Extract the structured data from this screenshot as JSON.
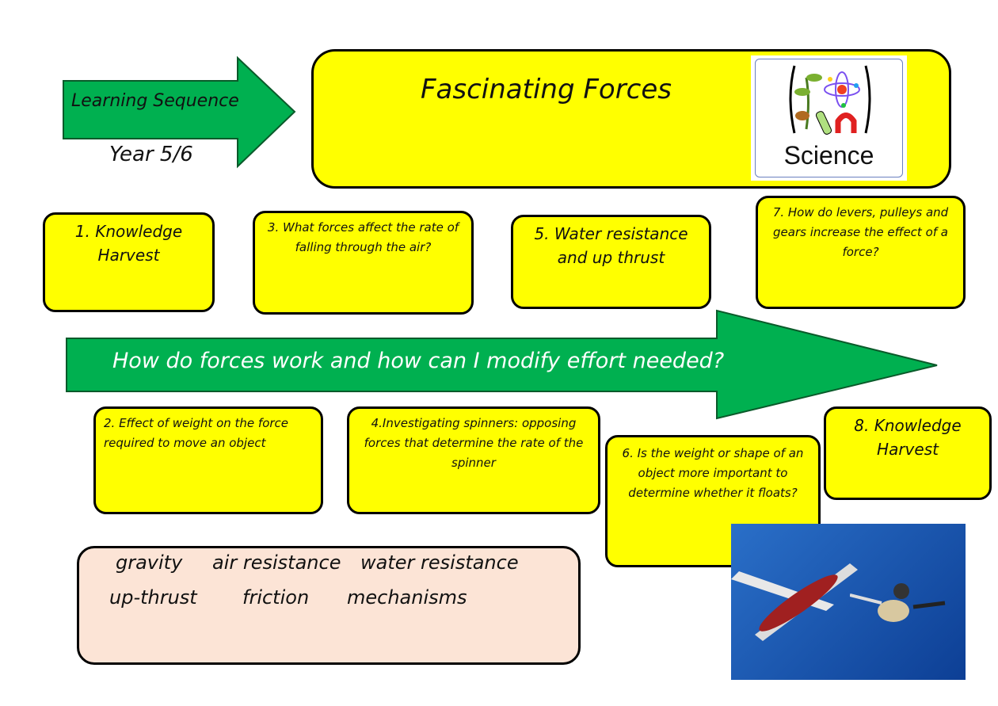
{
  "header": {
    "sequence_label": "Learning Sequence",
    "year": "Year 5/6",
    "title": "Fascinating Forces",
    "logo_text": "Science"
  },
  "main_question": "How do forces work and how can I modify effort needed?",
  "lessons": [
    {
      "label": "1. Knowledge Harvest"
    },
    {
      "label": "2. Effect of weight on the force required to move an object"
    },
    {
      "label": "3. What forces affect the rate of falling through the air?"
    },
    {
      "label": "4.Investigating spinners: opposing forces that determine the rate of the spinner"
    },
    {
      "label": "5. Water resistance and up thrust"
    },
    {
      "label": "6. Is the weight or shape of an object more important to determine whether it floats?"
    },
    {
      "label": "7. How do levers, pulleys and gears increase the effect of a force?"
    },
    {
      "label": "8. Knowledge Harvest"
    }
  ],
  "keywords": [
    "gravity",
    "air resistance",
    "water resistance",
    "up-thrust",
    "friction",
    "mechanisms"
  ],
  "colors": {
    "yellow": "#ffff00",
    "green": "#00b050",
    "keyword_bg": "#fce4d6"
  }
}
